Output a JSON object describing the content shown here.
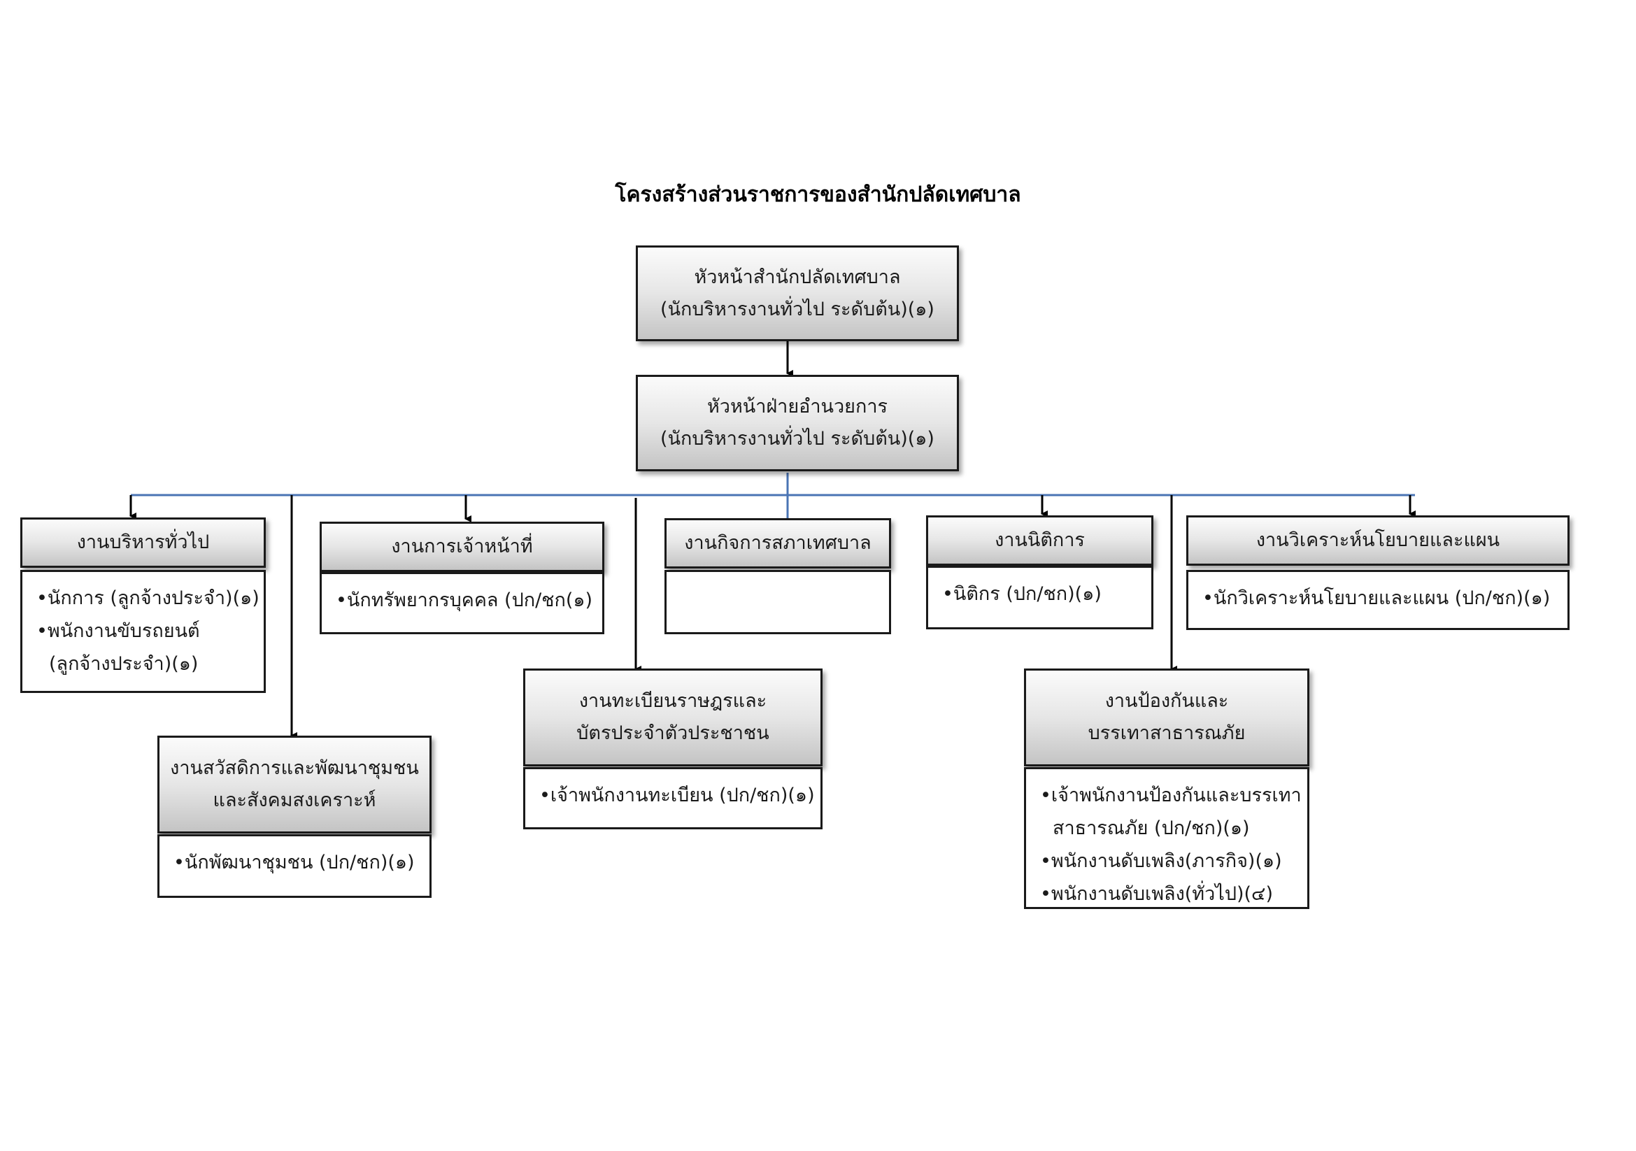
{
  "title": "โครงสร้างส่วนราชการของสำนักปลัดเทศบาล",
  "top_head": {
    "line1": "หัวหน้าสำนักปลัดเทศบาล",
    "line2": "(นักบริหารงานทั่วไป ระดับต้น)(๑)"
  },
  "division_head": {
    "line1": "หัวหน้าฝ่ายอำนวยการ",
    "line2": "(นักบริหารงานทั่วไป ระดับต้น)(๑)"
  },
  "units": {
    "general_admin": {
      "title": "งานบริหารทั่วไป",
      "staff": [
        "•นักการ (ลูกจ้างประจำ)(๑)",
        "•พนักงานขับรถยนต์",
        "(ลูกจ้างประจำ)(๑)"
      ]
    },
    "personnel": {
      "title": "งานการเจ้าหน้าที่",
      "staff": [
        "•นักทรัพยากรบุคคล (ปก/ชก(๑)"
      ]
    },
    "council_affairs": {
      "title": "งานกิจการสภาเทศบาล",
      "staff": []
    },
    "legal": {
      "title": "งานนิติการ",
      "staff": [
        "•นิติกร (ปก/ชก)(๑)"
      ]
    },
    "policy_planning": {
      "title": "งานวิเคราะห์นโยบายและแผน",
      "staff": [
        "•นักวิเคราะห์นโยบายและแผน (ปก/ชก)(๑)"
      ]
    },
    "welfare": {
      "title_line1": "งานสวัสดิการและพัฒนาชุมชน",
      "title_line2": "และสังคมสงเคราะห์",
      "staff": [
        "•นักพัฒนาชุมชน (ปก/ชก)(๑)"
      ]
    },
    "civil_registration": {
      "title_line1": "งานทะเบียนราษฎรและ",
      "title_line2": "บัตรประจำตัวประชาชน",
      "staff": [
        "•เจ้าพนักงานทะเบียน (ปก/ชก)(๑)"
      ]
    },
    "disaster_prevention": {
      "title_line1": "งานป้องกันและ",
      "title_line2": "บรรเทาสาธารณภัย",
      "staff": [
        "•เจ้าพนักงานป้องกันและบรรเทา",
        "สาธารณภัย (ปก/ชก)(๑)",
        "•พนักงานดับเพลิง(ภารกิจ)(๑)",
        "•พนักงานดับเพลิง(ทั่วไป)(๔)"
      ]
    }
  },
  "colors": {
    "bus_line": "#4a74b4",
    "arrow": "#000000",
    "box_border": "#1a1a1a"
  }
}
